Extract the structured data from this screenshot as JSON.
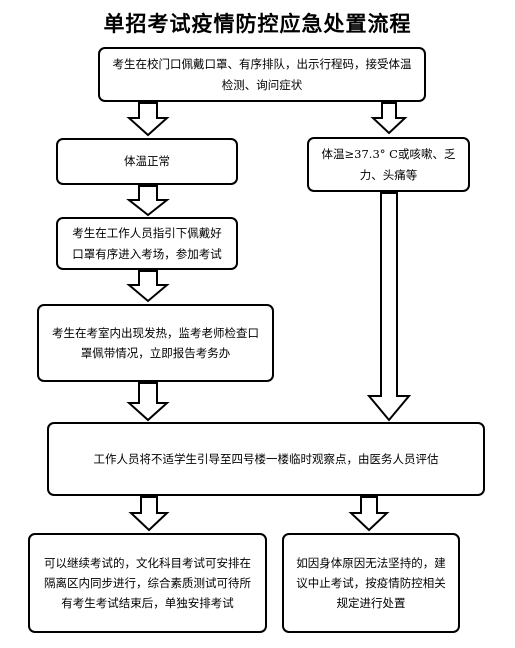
{
  "title": "单招考试疫情防控应急处置流程",
  "nodes": {
    "entry": "考生在校门口佩戴口罩、有序排队，出示行程码，接受体温检测、询问症状",
    "normal": "体温正常",
    "abnormal": "体温≥37.3° C或咳嗽、乏力、头痛等",
    "enter_exam": "考生在工作人员指引下佩戴好口罩有序进入考场，参加考试",
    "fever_in_room": "考生在考室内出现发热，监考老师检查口罩佩带情况，立即报告考务办",
    "observation": "工作人员将不适学生引导至四号楼一楼临时观察点，由医务人员评估",
    "continue": "可以继续考试的，文化科目考试可安排在隔离区内同步进行，综合素质测试可待所有考生考试结束后，单独安排考试",
    "stop": "如因身体原因无法坚持的，建议中止考试，按疫情防控相关规定进行处置"
  }
}
